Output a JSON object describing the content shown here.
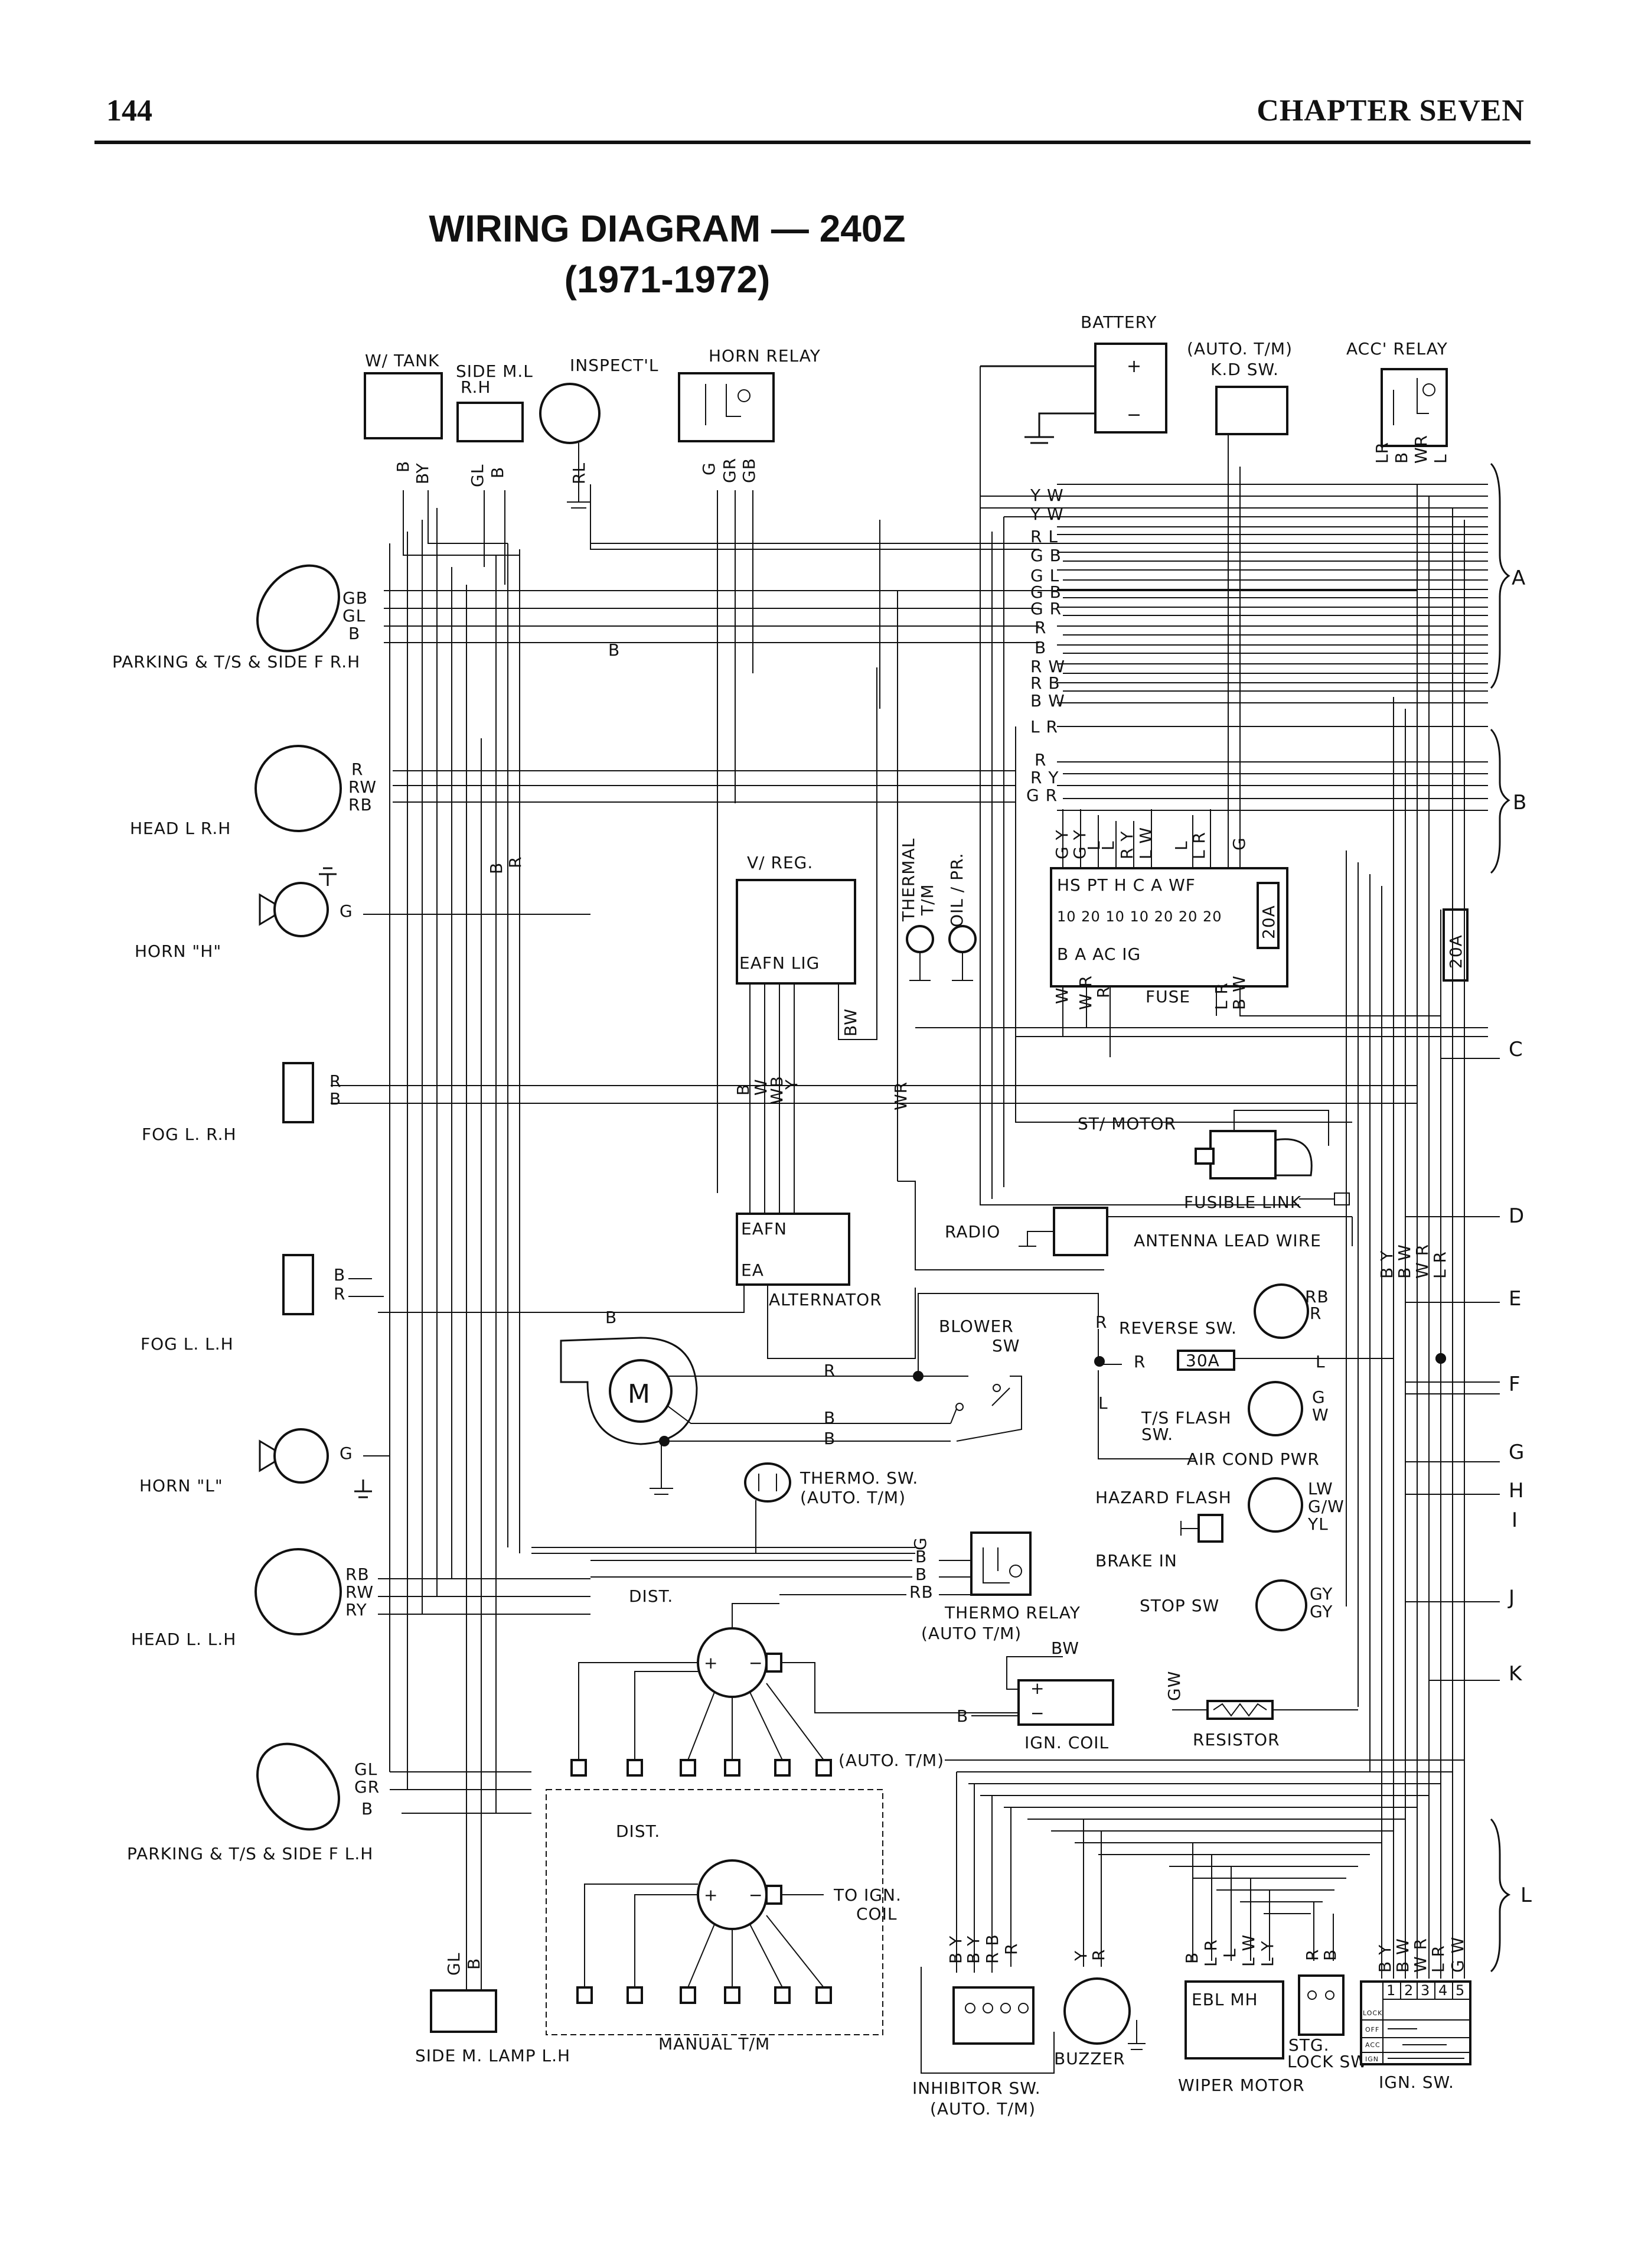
{
  "header": {
    "page_number": "144",
    "chapter": "CHAPTER SEVEN"
  },
  "title": {
    "line1": "WIRING DIAGRAM — 240Z",
    "line2": "(1971-1972)"
  },
  "labels": {
    "battery": "BATTERY",
    "batt_plus": "+",
    "batt_minus": "−",
    "auto_tm": "(AUTO. T/M)",
    "kd_sw": "K.D SW.",
    "acc_relay": "ACC' RELAY",
    "w_tank": "W/ TANK",
    "side_ml": "SIDE M.L",
    "side_ml_rh": "R.H",
    "inspect": "INSPECT'L",
    "horn_relay": "HORN RELAY",
    "parking_rh": "PARKING & T/S & SIDE F R.H",
    "head_rh": "HEAD L R.H",
    "horn_h": "HORN \"H\"",
    "fog_rh": "FOG L. R.H",
    "fog_lh": "FOG L.  L.H",
    "horn_l": "HORN \"L\"",
    "head_lh": "HEAD L. L.H",
    "parking_lh": "PARKING & T/S & SIDE F L.H",
    "side_m_lamp_lh": "SIDE M. LAMP L.H",
    "v_reg": "V/ REG.",
    "v_reg_term": "EAFN LIG",
    "thermal": "THERMAL",
    "t_m": "T/M",
    "oil_pr": "OIL / PR.",
    "fuse": "FUSE",
    "fuse_20a": "20A",
    "st_motor": "ST/ MOTOR",
    "fusible_link": "FUSIBLE LINK",
    "radio": "RADIO",
    "antenna": "ANTENNA  LEAD WIRE",
    "alt_term1": "EAFN",
    "alt_term2": "EA",
    "alternator": "ALTERNATOR",
    "blower_sw_1": "BLOWER",
    "blower_sw_2": "SW",
    "motor": "M",
    "reverse_sw": "REVERSE SW.",
    "fuse_30a": "30A",
    "ts_flash_1": "T/S FLASH",
    "ts_flash_2": "SW.",
    "air_cond_pwr": "AIR COND PWR",
    "hazard_flash": "HAZARD FLASH",
    "brake_in": "BRAKE IN",
    "stop_sw": "STOP SW",
    "thermo_sw_1": "THERMO. SW.",
    "thermo_sw_2": "(AUTO. T/M)",
    "thermo_relay_1": "THERMO RELAY",
    "thermo_relay_2": "(AUTO T/M)",
    "dist": "DIST.",
    "dist_auto": "(AUTO. T/M)",
    "ign_coil": "IGN. COIL",
    "resistor": "RESISTOR",
    "dist2": "DIST.",
    "to_ign_coil_1": "TO IGN.",
    "to_ign_coil_2": "COIL",
    "manual_tm": "MANUAL  T/M",
    "inhibitor_1": "INHIBITOR SW.",
    "inhibitor_2": "(AUTO. T/M)",
    "buzzer": "BUZZER",
    "wiper_motor": "WIPER MOTOR",
    "wiper_term": "EBL MH",
    "stg_lock_1": "STG.",
    "stg_lock_2": "LOCK SW",
    "ign_sw": "IGN. SW.",
    "fuse_grid_top": "HS PT H C  A WF",
    "fuse_grid_val": "10 20 10 10 20 20 20",
    "fuse_grid_bot": "B  A   AC IG"
  },
  "sections": [
    "A",
    "B",
    "C",
    "D",
    "E",
    "F",
    "G",
    "H",
    "I",
    "J",
    "K",
    "L"
  ],
  "wire_codes": {
    "wtank": [
      "B",
      "BY"
    ],
    "sideml": [
      "GL",
      "B"
    ],
    "inspect": [
      "RL"
    ],
    "hornrelay": [
      "G",
      "GR",
      "GB"
    ],
    "accrelay": [
      "LR",
      "B",
      "WR",
      "L"
    ],
    "bus_a": [
      "Y W",
      "Y W",
      "R L",
      "G B",
      "G L",
      "G B",
      "G R",
      "R",
      "B",
      "R W",
      "R B",
      "B W"
    ],
    "bus_b": [
      "L R",
      "R",
      "R Y",
      "G R"
    ],
    "fuse_top": [
      "G Y",
      "G Y",
      "L",
      "L",
      "R Y",
      "L W",
      "L",
      "L R",
      "G"
    ],
    "fuse_bot": [
      "W",
      "W R",
      "R",
      "L R",
      "B W"
    ],
    "park_rh": [
      "GB",
      "GL",
      "B"
    ],
    "head_rh": [
      "R",
      "RW",
      "RB"
    ],
    "horn_h": [
      "G"
    ],
    "fog_rh": [
      "R",
      "B"
    ],
    "fog_lh": [
      "B",
      "R"
    ],
    "horn_l": [
      "G"
    ],
    "head_lh": [
      "RB",
      "RW",
      "RY"
    ],
    "park_lh": [
      "GL",
      "GR",
      "B"
    ],
    "side_lh": [
      "GL",
      "B"
    ],
    "br": [
      "B",
      "R"
    ],
    "bw": [
      "BW"
    ],
    "vreg_out": [
      "B",
      "W",
      "WB",
      "Y"
    ],
    "wr": [
      "WR"
    ],
    "b_mid": [
      "B"
    ],
    "b_alt": [
      "B"
    ],
    "blower": [
      "R",
      "B",
      "B"
    ],
    "reverse": [
      "RB",
      "R"
    ],
    "reverse_in": [
      "R",
      "R",
      "L",
      "L"
    ],
    "ts_flash": [
      "G",
      "W"
    ],
    "hazard": [
      "LW",
      "G/W",
      "YL"
    ],
    "stop": [
      "GY",
      "GY"
    ],
    "thermo": [
      "G",
      "B",
      "B",
      "RB"
    ],
    "ign": [
      "BW",
      "B"
    ],
    "gw": [
      "GW"
    ],
    "right_col": [
      "B Y",
      "B W",
      "W R",
      "L R"
    ],
    "inhibitor": [
      "B Y",
      "B Y",
      "R B",
      "R"
    ],
    "buzzer": [
      "Y",
      "R"
    ],
    "wiper": [
      "B",
      "L R",
      "L",
      "L W",
      "L Y"
    ],
    "stg": [
      "R",
      "B"
    ],
    "ignsw": [
      "B Y",
      "B W",
      "W R",
      "L R",
      "G W"
    ]
  },
  "ign_sw_grid": {
    "cols": [
      "1",
      "2",
      "3",
      "4",
      "5"
    ],
    "rows": [
      "LOCK",
      "OFF",
      "ACC",
      "IGN"
    ]
  }
}
